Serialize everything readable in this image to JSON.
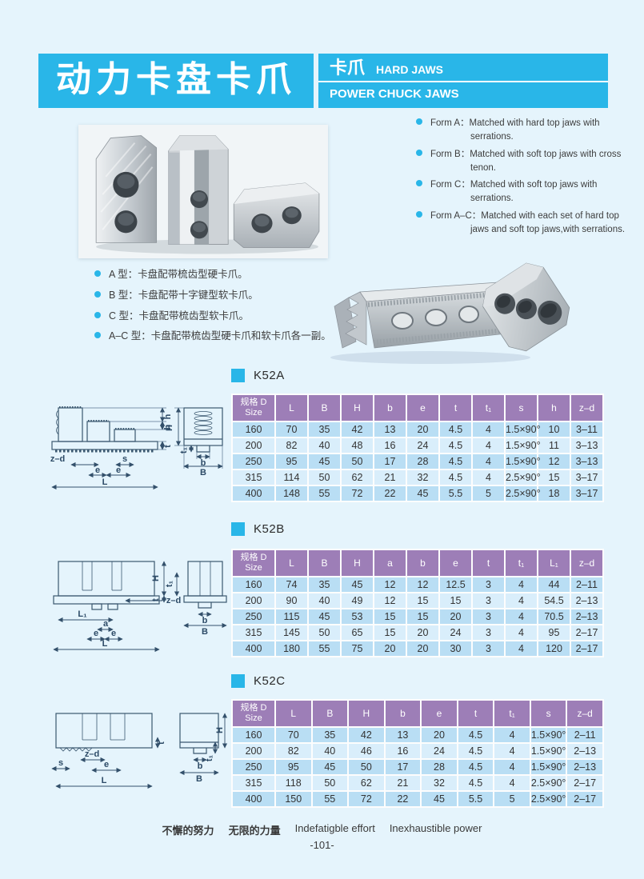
{
  "page": {
    "bg": "#e5f4fc",
    "accent_cyan": "#29b6e8",
    "table_header_purple": "#9d7eb7",
    "row_dark": "#b9def4",
    "row_light": "#d9eefb"
  },
  "header": {
    "title_cn": "动力卡盘卡爪",
    "tag_cn": "卡爪",
    "tag_en": "HARD JAWS",
    "subtitle_en": "POWER CHUCK JAWS"
  },
  "notes_en": [
    "Form A：Matched with hard top jaws with serrations.",
    "Form B：Matched with soft top jaws with cross tenon.",
    "Form C：Matched with soft top jaws with serrations.",
    "Form A–C：Matched with each set of hard top jaws and soft top jaws,with serrations."
  ],
  "notes_cn": [
    "A 型：卡盘配带梳齿型硬卡爪。",
    "B 型：卡盘配带十字键型软卡爪。",
    "C 型：卡盘配带梳齿型软卡爪。",
    "A–C 型：卡盘配带梳齿型硬卡爪和软卡爪各一副。"
  ],
  "tables": [
    {
      "id": "K52A",
      "columns": [
        "规格 D\nSize",
        "L",
        "B",
        "H",
        "b",
        "e",
        "t",
        "t₁",
        "s",
        "h",
        "z–d"
      ],
      "rows": [
        [
          "160",
          "70",
          "35",
          "42",
          "13",
          "20",
          "4.5",
          "4",
          "1.5×90°",
          "10",
          "3–11"
        ],
        [
          "200",
          "82",
          "40",
          "48",
          "16",
          "24",
          "4.5",
          "4",
          "1.5×90°",
          "11",
          "3–13"
        ],
        [
          "250",
          "95",
          "45",
          "50",
          "17",
          "28",
          "4.5",
          "4",
          "1.5×90°",
          "12",
          "3–13"
        ],
        [
          "315",
          "114",
          "50",
          "62",
          "21",
          "32",
          "4.5",
          "4",
          "2.5×90°",
          "15",
          "3–17"
        ],
        [
          "400",
          "148",
          "55",
          "72",
          "22",
          "45",
          "5.5",
          "5",
          "2.5×90°",
          "18",
          "3–17"
        ]
      ]
    },
    {
      "id": "K52B",
      "columns": [
        "规格 D\nSize",
        "L",
        "B",
        "H",
        "a",
        "b",
        "e",
        "t",
        "t₁",
        "L₁",
        "z–d"
      ],
      "rows": [
        [
          "160",
          "74",
          "35",
          "45",
          "12",
          "12",
          "12.5",
          "3",
          "4",
          "44",
          "2–11"
        ],
        [
          "200",
          "90",
          "40",
          "49",
          "12",
          "15",
          "15",
          "3",
          "4",
          "54.5",
          "2–13"
        ],
        [
          "250",
          "115",
          "45",
          "53",
          "15",
          "15",
          "20",
          "3",
          "4",
          "70.5",
          "2–13"
        ],
        [
          "315",
          "145",
          "50",
          "65",
          "15",
          "20",
          "24",
          "3",
          "4",
          "95",
          "2–17"
        ],
        [
          "400",
          "180",
          "55",
          "75",
          "20",
          "20",
          "30",
          "3",
          "4",
          "120",
          "2–17"
        ]
      ]
    },
    {
      "id": "K52C",
      "columns": [
        "规格 D\nSize",
        "L",
        "B",
        "H",
        "b",
        "e",
        "t",
        "t₁",
        "s",
        "z–d"
      ],
      "rows": [
        [
          "160",
          "70",
          "35",
          "42",
          "13",
          "20",
          "4.5",
          "4",
          "1.5×90°",
          "2–11"
        ],
        [
          "200",
          "82",
          "40",
          "46",
          "16",
          "24",
          "4.5",
          "4",
          "1.5×90°",
          "2–13"
        ],
        [
          "250",
          "95",
          "45",
          "50",
          "17",
          "28",
          "4.5",
          "4",
          "1.5×90°",
          "2–13"
        ],
        [
          "315",
          "118",
          "50",
          "62",
          "21",
          "32",
          "4.5",
          "4",
          "2.5×90°",
          "2–17"
        ],
        [
          "400",
          "150",
          "55",
          "72",
          "22",
          "45",
          "5.5",
          "5",
          "2.5×90°",
          "2–17"
        ]
      ]
    }
  ],
  "drawings": {
    "k52a": {
      "labels": {
        "h1": "h",
        "h2": "h",
        "t": "t",
        "zd": "z–d",
        "s": "s",
        "e1": "e",
        "e2": "e",
        "L": "L",
        "H": "H",
        "t1": "t₁",
        "b": "b",
        "B": "B"
      }
    },
    "k52b": {
      "labels": {
        "zd": "z–d",
        "L1": "L₁",
        "a": "a",
        "e1": "e",
        "e2": "e",
        "L": "L",
        "H": "H",
        "t1": "t₁",
        "t": "t",
        "b": "b",
        "B": "B"
      }
    },
    "k52c": {
      "labels": {
        "t": "t",
        "zd": "z–d",
        "s": "s",
        "e": "e",
        "L": "L",
        "H": "H",
        "t1": "t₁",
        "b": "b",
        "B": "B"
      }
    }
  },
  "footer": {
    "cn1": "不懈的努力",
    "cn2": "无限的力量",
    "en1": "Indefatigble effort",
    "en2": "Inexhaustible power",
    "page_number": "-101-"
  }
}
